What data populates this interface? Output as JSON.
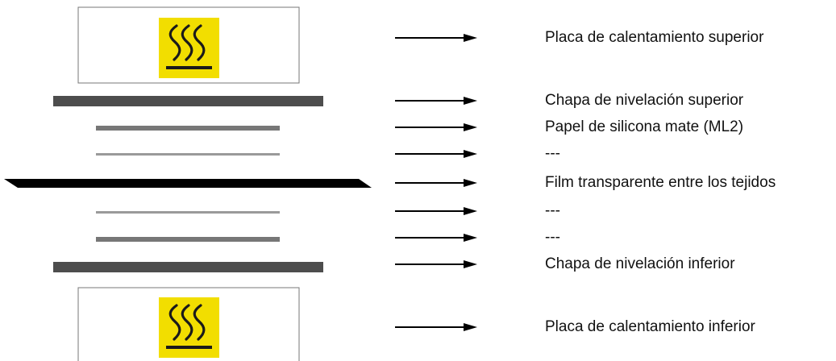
{
  "diagram": {
    "colors": {
      "warning_yellow": "#f2de00",
      "symbol_black": "#1a1a1a",
      "plate_border": "#777777",
      "leveling_sheet": "#4d4d4d",
      "silicone_paper": "#777777",
      "inner_layer": "#9a9a9a",
      "film": "#000000",
      "arrow": "#000000"
    },
    "icons": [
      "hot-surface-warning-icon",
      "hot-surface-warning-icon"
    ],
    "labels": [
      "Placa de calentamiento superior",
      "Chapa de nivelación superior",
      "Papel de silicona mate (ML2)",
      "---",
      "Film transparente entre los tejidos",
      "---",
      "---",
      "Chapa de nivelación inferior",
      "Placa de calentamiento inferior"
    ]
  }
}
